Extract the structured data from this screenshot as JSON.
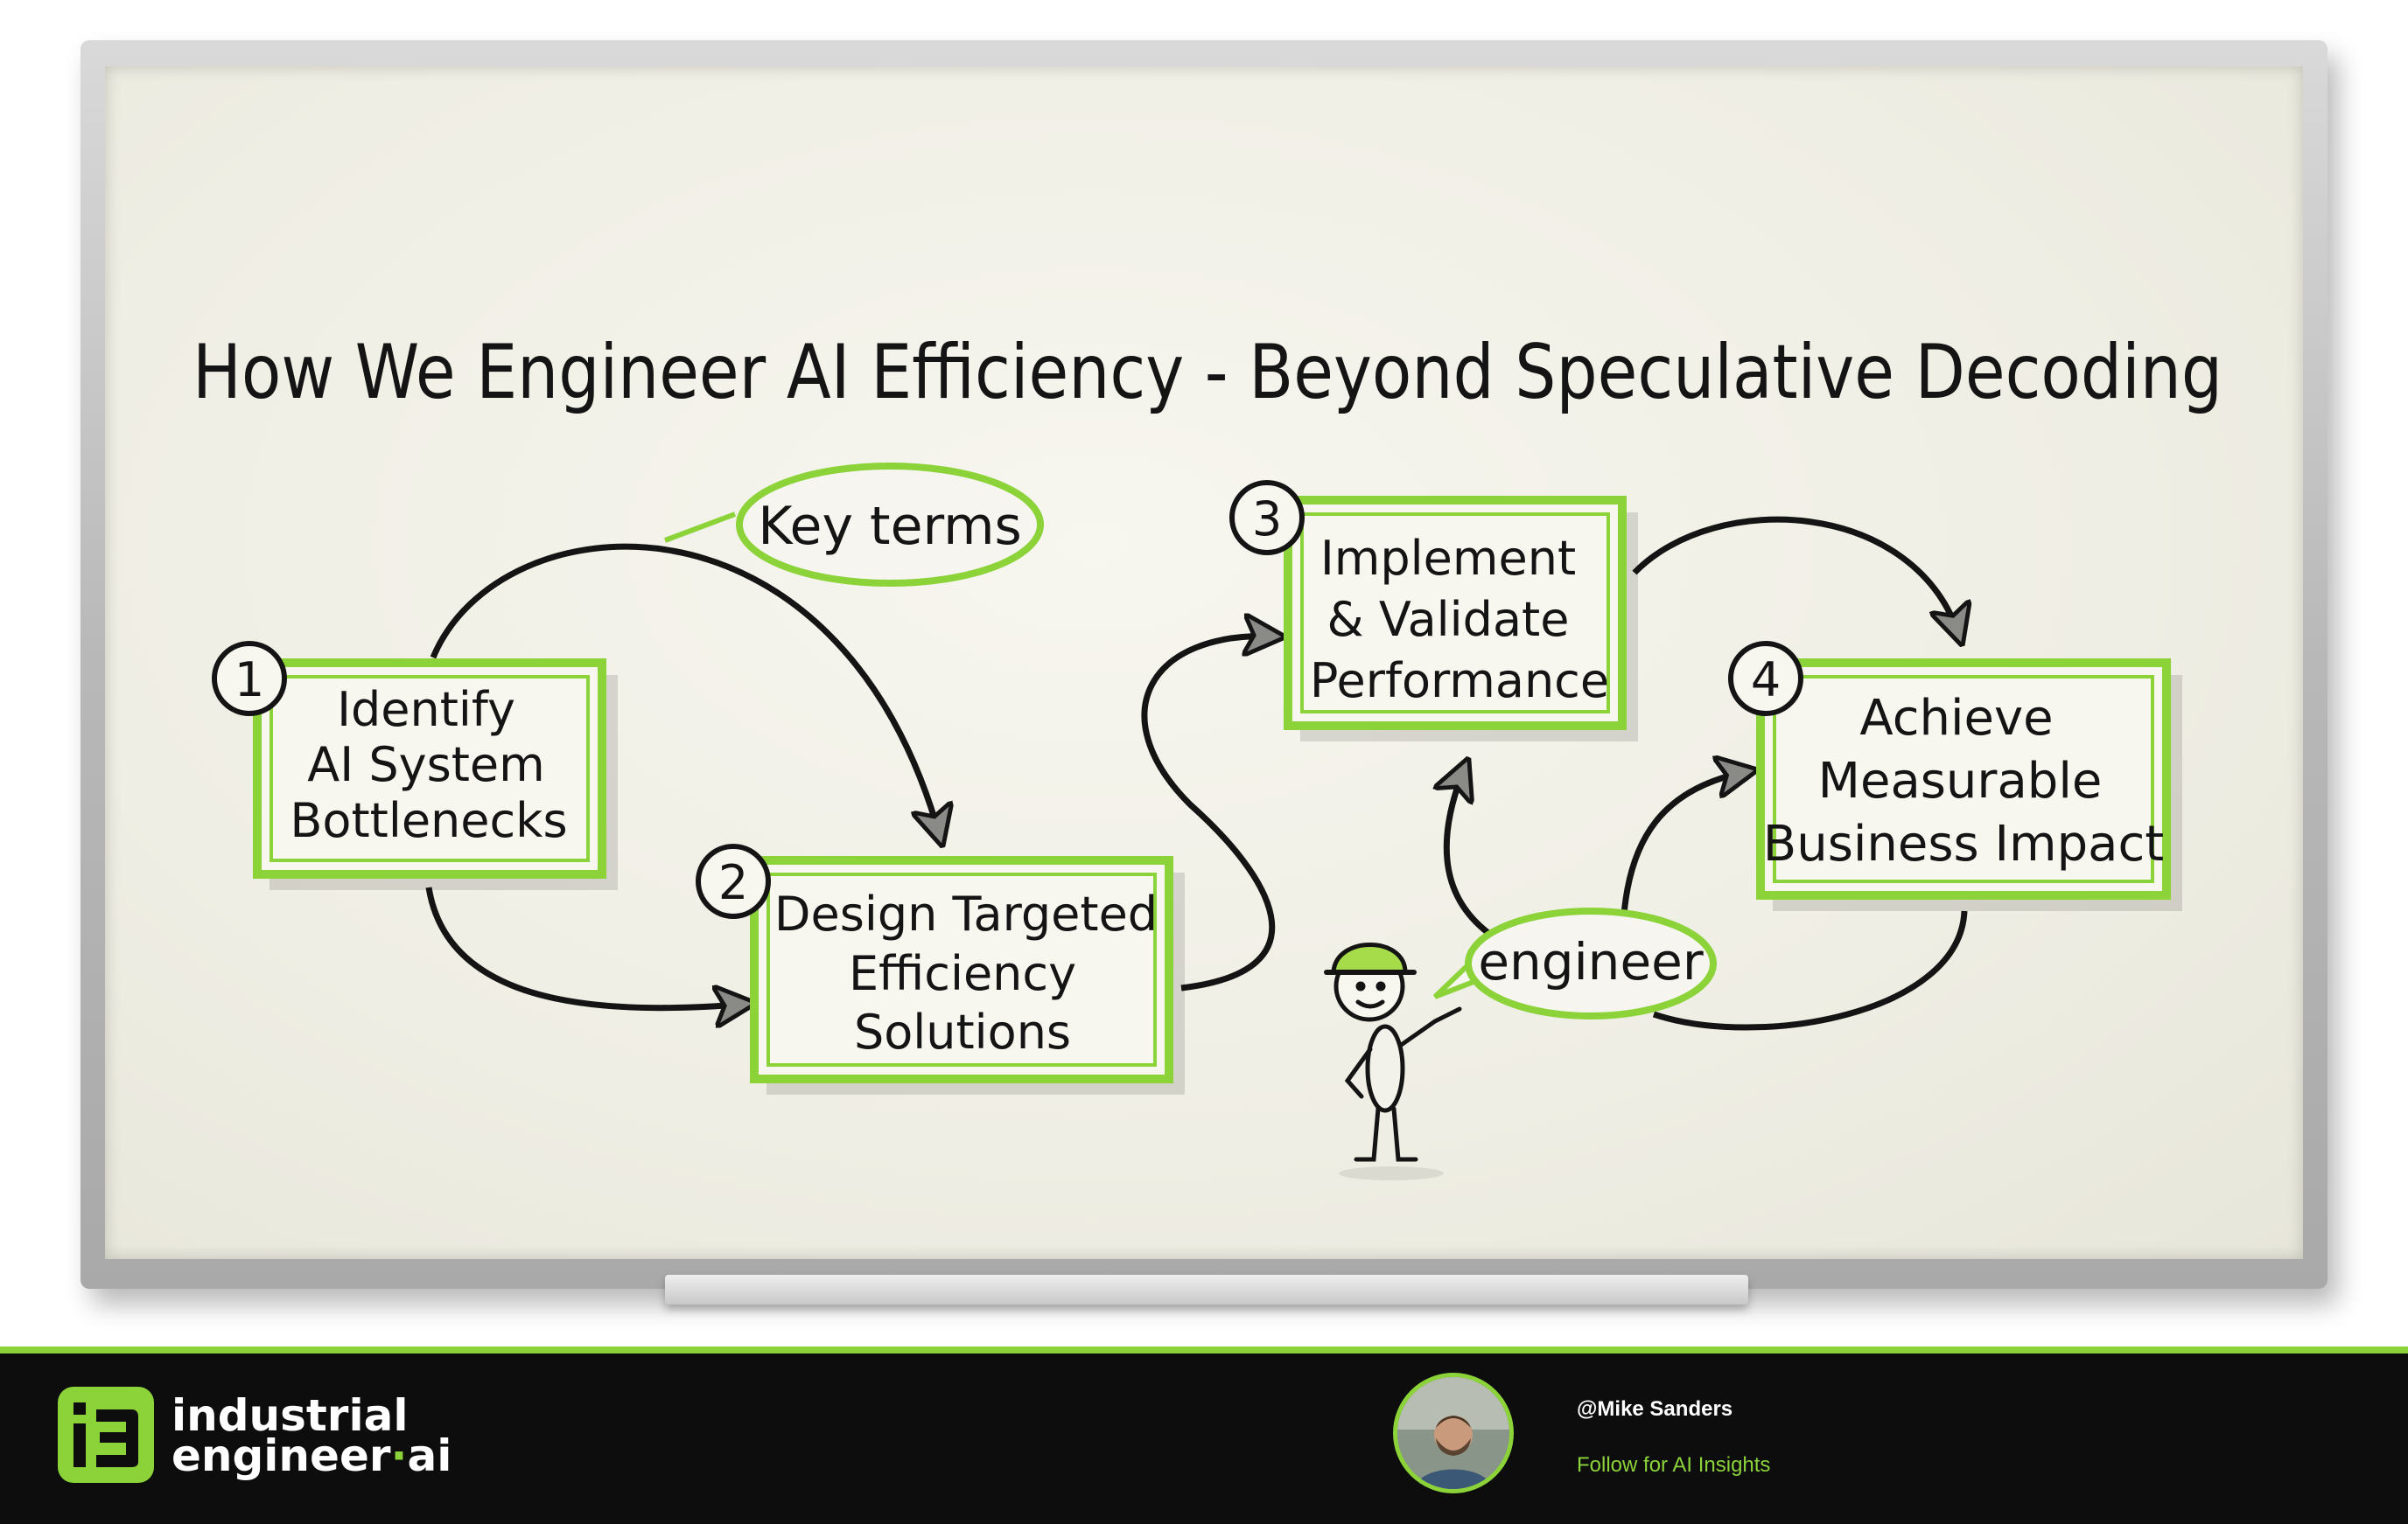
{
  "board": {
    "title": "How We Engineer AI Efficiency - Beyond Speculative Decoding"
  },
  "steps": [
    {
      "number": "1",
      "lines": [
        "Identify",
        "AI System",
        "Bottlenecks"
      ]
    },
    {
      "number": "2",
      "lines": [
        "Design Targeted",
        "Efficiency",
        "Solutions"
      ]
    },
    {
      "number": "3",
      "lines": [
        "Implement",
        "& Validate",
        "Performance"
      ]
    },
    {
      "number": "4",
      "lines": [
        "Achieve",
        "Measurable",
        "Business Impact"
      ]
    }
  ],
  "bubbles": {
    "key_terms": "Key terms",
    "engineer": "engineer"
  },
  "footer": {
    "logo_line1": "industrial",
    "logo_line2_main": "engineer",
    "logo_line2_dot": "·",
    "logo_line2_suffix": "ai",
    "handle": "@Mike Sanders",
    "tagline": "Follow for AI Insights"
  },
  "colors": {
    "accent_green": "#8cd33a",
    "ink": "#141414",
    "footer_bg": "#0c0d0c"
  }
}
